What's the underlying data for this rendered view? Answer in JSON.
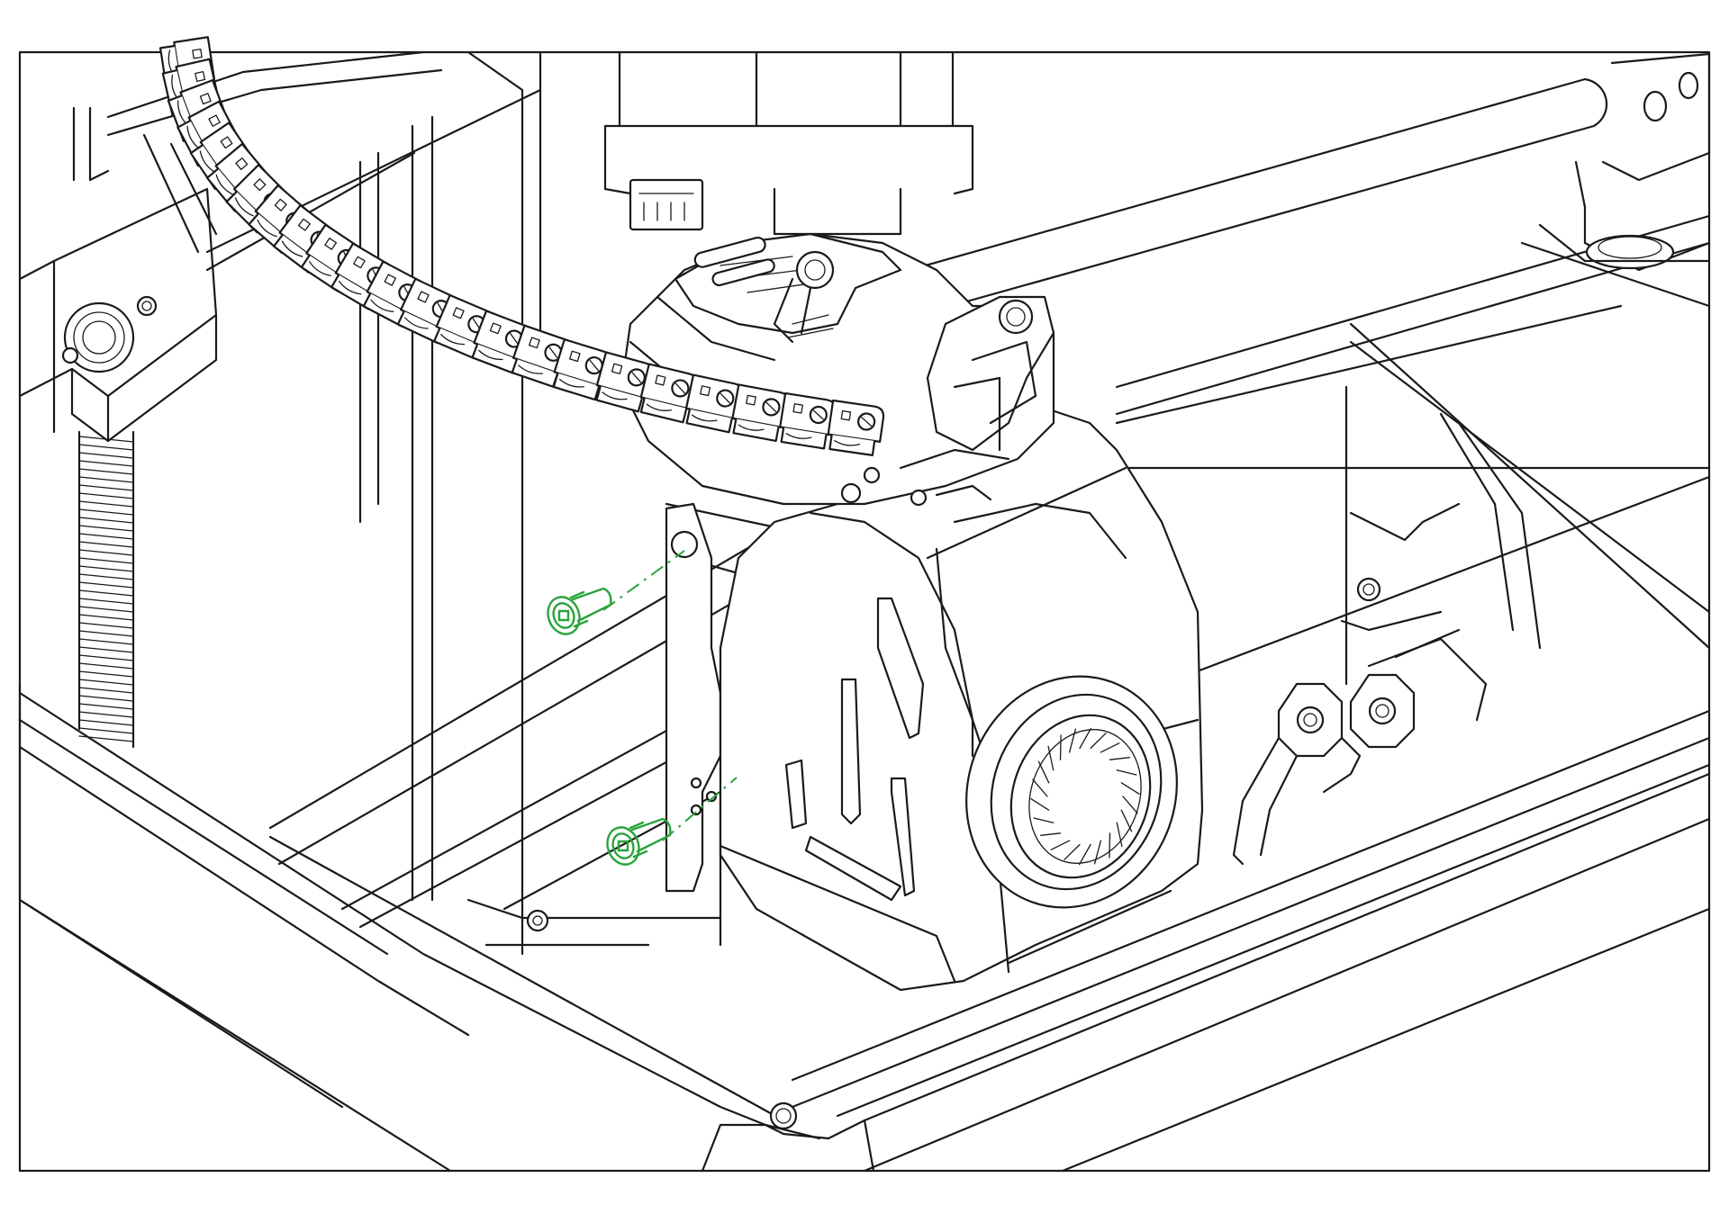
{
  "figure": {
    "style": "monochrome-line-art",
    "highlight_color": "#2aa33a",
    "ink_color": "#1a1a1a",
    "background": "#ffffff"
  },
  "parts": {
    "highlighted": [
      "screw-upper",
      "screw-lower"
    ],
    "icons": [
      "socket-head-screw-icon",
      "socket-head-screw-icon"
    ]
  }
}
